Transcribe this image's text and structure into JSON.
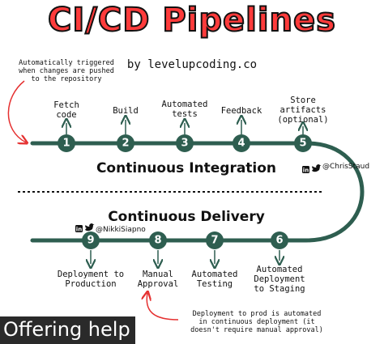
{
  "header": {
    "title": "CI/CD Pipelines",
    "byline": "by levelupcoding.co"
  },
  "notes": {
    "trigger_line1": "Automatically triggered",
    "trigger_line2": "when changes are pushed",
    "trigger_line3": "to the repository",
    "prod_line1": "Deployment to prod is automated",
    "prod_line2": "in continuous deployment (it",
    "prod_line3": "doesn't require manual approval)"
  },
  "sections": {
    "ci": "Continuous Integration",
    "cd": "Continuous Delivery"
  },
  "handles": {
    "top": "@ChrisStaud",
    "bottom": "@NikkiSiapno"
  },
  "steps": [
    {
      "num": "1",
      "line1": "Fetch",
      "line2": "code",
      "line3": ""
    },
    {
      "num": "2",
      "line1": "Build",
      "line2": "",
      "line3": ""
    },
    {
      "num": "3",
      "line1": "Automated",
      "line2": "tests",
      "line3": ""
    },
    {
      "num": "4",
      "line1": "Feedback",
      "line2": "",
      "line3": ""
    },
    {
      "num": "5",
      "line1": "Store",
      "line2": "artifacts",
      "line3": "(optional)"
    },
    {
      "num": "6",
      "line1": "Automated",
      "line2": "Deployment",
      "line3": "to Staging"
    },
    {
      "num": "7",
      "line1": "Automated",
      "line2": "Testing",
      "line3": ""
    },
    {
      "num": "8",
      "line1": "Manual",
      "line2": "Approval",
      "line3": ""
    },
    {
      "num": "9",
      "line1": "Deployment to",
      "line2": "Production",
      "line3": ""
    }
  ],
  "overlay": {
    "text": "Offering help"
  },
  "colors": {
    "track": "#2e5e50",
    "title_fill": "#ff3b3b",
    "arrow_red": "#e53030"
  }
}
